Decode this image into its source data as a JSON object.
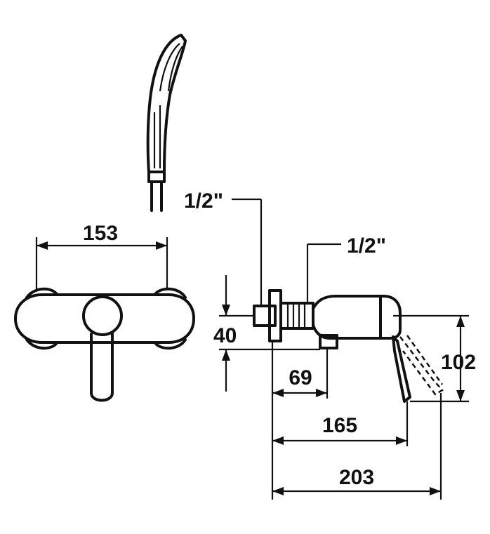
{
  "dimensions": {
    "width_153": "153",
    "thread_top": "1/2\"",
    "thread_mid": "1/2\"",
    "depth_40": "40",
    "height_102": "102",
    "depth_69": "69",
    "depth_165": "165",
    "depth_203": "203"
  },
  "colors": {
    "ink": "#111111",
    "background": "#ffffff"
  }
}
